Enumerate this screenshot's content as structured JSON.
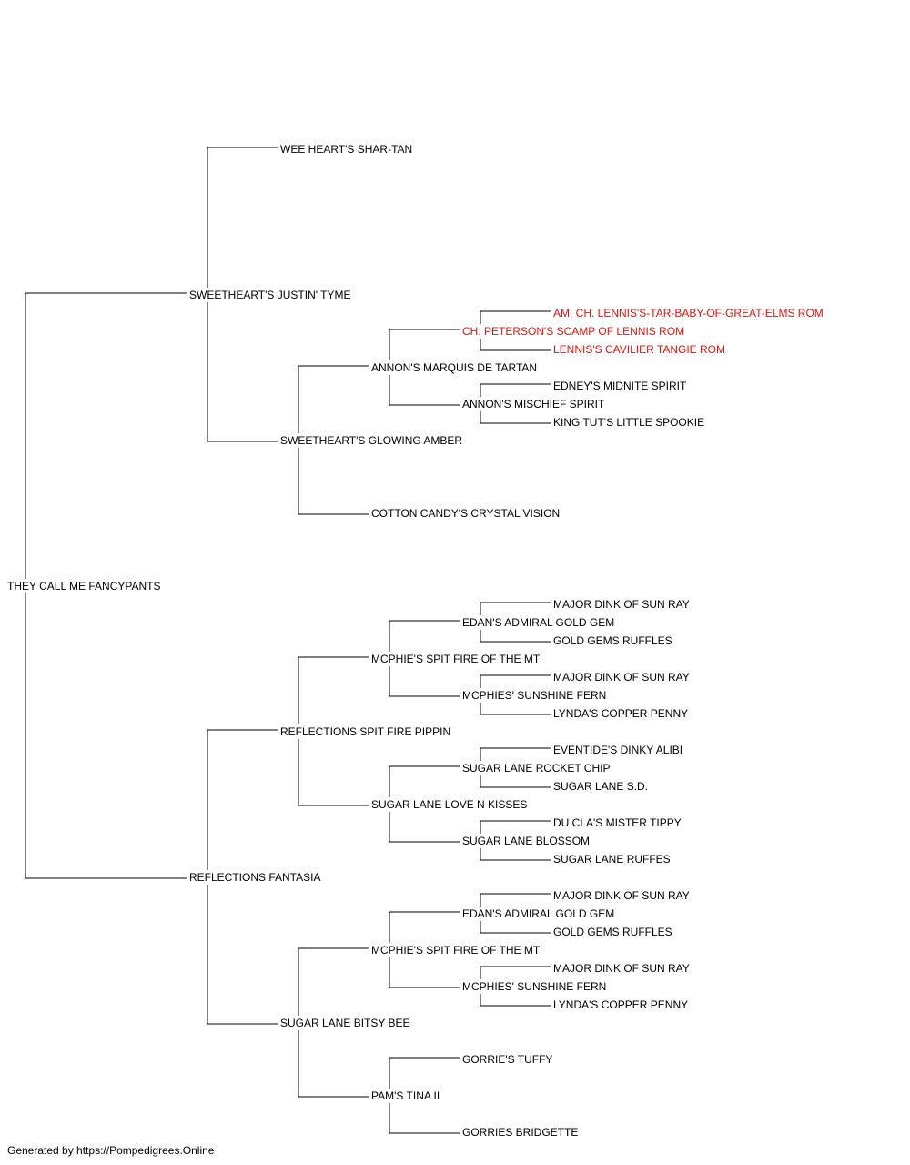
{
  "highlight_color": "#e3140f",
  "text_color": "#000000",
  "footer": "Generated by https://Pompedigrees.Online",
  "pedigree": {
    "subject": "THEY CALL ME FANCYPANTS",
    "sire": {
      "name": "SWEETHEART'S JUSTIN' TYME",
      "sire": {
        "name": "WEE HEART'S SHAR-TAN"
      },
      "dam": {
        "name": "SWEETHEART'S GLOWING AMBER",
        "sire": {
          "name": "ANNON'S MARQUIS DE TARTAN",
          "sire": {
            "name": "CH. PETERSON'S SCAMP OF LENNIS ROM",
            "highlight": true,
            "sire": {
              "name": "AM. CH. LENNIS'S-TAR-BABY-OF-GREAT-ELMS ROM",
              "highlight": true
            },
            "dam": {
              "name": "LENNIS'S CAVILIER TANGIE ROM",
              "highlight": true
            }
          },
          "dam": {
            "name": "ANNON'S MISCHIEF SPIRIT",
            "sire": {
              "name": "EDNEY'S MIDNITE SPIRIT"
            },
            "dam": {
              "name": "KING TUT'S LITTLE SPOOKIE"
            }
          }
        },
        "dam": {
          "name": "COTTON CANDY'S CRYSTAL VISION"
        }
      }
    },
    "dam": {
      "name": "REFLECTIONS FANTASIA",
      "sire": {
        "name": "REFLECTIONS SPIT FIRE PIPPIN",
        "sire": {
          "name": "MCPHIE'S SPIT FIRE OF THE MT",
          "sire": {
            "name": "EDAN'S ADMIRAL GOLD GEM",
            "sire": {
              "name": "MAJOR DINK OF SUN RAY"
            },
            "dam": {
              "name": "GOLD GEMS RUFFLES"
            }
          },
          "dam": {
            "name": "MCPHIES' SUNSHINE FERN",
            "sire": {
              "name": "MAJOR DINK OF SUN RAY"
            },
            "dam": {
              "name": "LYNDA'S COPPER PENNY"
            }
          }
        },
        "dam": {
          "name": "SUGAR LANE LOVE N KISSES",
          "sire": {
            "name": "SUGAR LANE ROCKET CHIP",
            "sire": {
              "name": "EVENTIDE'S DINKY ALIBI"
            },
            "dam": {
              "name": "SUGAR LANE S.D."
            }
          },
          "dam": {
            "name": "SUGAR LANE BLOSSOM",
            "sire": {
              "name": "DU CLA'S MISTER TIPPY"
            },
            "dam": {
              "name": "SUGAR LANE RUFFES"
            }
          }
        }
      },
      "dam": {
        "name": "SUGAR LANE BITSY BEE",
        "sire": {
          "name": "MCPHIE'S SPIT FIRE OF THE MT",
          "sire": {
            "name": "EDAN'S ADMIRAL GOLD GEM",
            "sire": {
              "name": "MAJOR DINK OF SUN RAY"
            },
            "dam": {
              "name": "GOLD GEMS RUFFLES"
            }
          },
          "dam": {
            "name": "MCPHIES' SUNSHINE FERN",
            "sire": {
              "name": "MAJOR DINK OF SUN RAY"
            },
            "dam": {
              "name": "LYNDA'S COPPER PENNY"
            }
          }
        },
        "dam": {
          "name": "PAM'S TINA II",
          "sire": {
            "name": "GORRIE'S TUFFY"
          },
          "dam": {
            "name": "GORRIES BRIDGETTE"
          }
        }
      }
    }
  }
}
